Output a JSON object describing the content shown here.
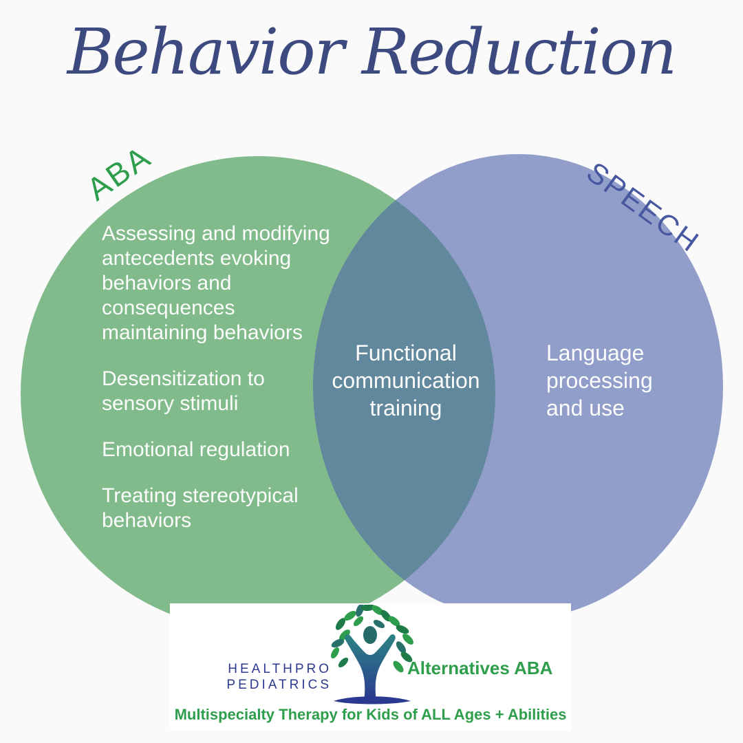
{
  "title": "Behavior Reduction",
  "venn": {
    "left": {
      "label": "ABA",
      "items": [
        "Assessing and modifying\nantecedents evoking\nbehaviors and\nconsequences\nmaintaining behaviors",
        "Desensitization to\nsensory stimuli",
        "Emotional regulation",
        "Treating stereotypical\nbehaviors"
      ]
    },
    "right": {
      "label": "SPEECH",
      "items": [
        "Language\nprocessing\nand use"
      ]
    },
    "overlap": {
      "text": "Functional\ncommunication\ntraining"
    }
  },
  "footer": {
    "brand_line1": "HEALTHPRO",
    "brand_line2": "PEDIATRICS",
    "program": "Alternatives ABA",
    "tagline": "Multispecialty Therapy for Kids of ALL Ages + Abilities",
    "logo_icon": "tree-person-logo"
  },
  "colors": {
    "background": "#fafafa",
    "card": "#ffffff",
    "aba_circle": "#81bb8b",
    "speech_circle": "#909ec9",
    "overlap": "#61889c",
    "title_navy": "#3d4a80",
    "aba_green": "#2e9e4c",
    "speech_navy": "#4757a0",
    "brand_navy": "#2b3a8f",
    "brand_green": "#2e9e4c",
    "text_on_circles": "#fbfcfb"
  }
}
